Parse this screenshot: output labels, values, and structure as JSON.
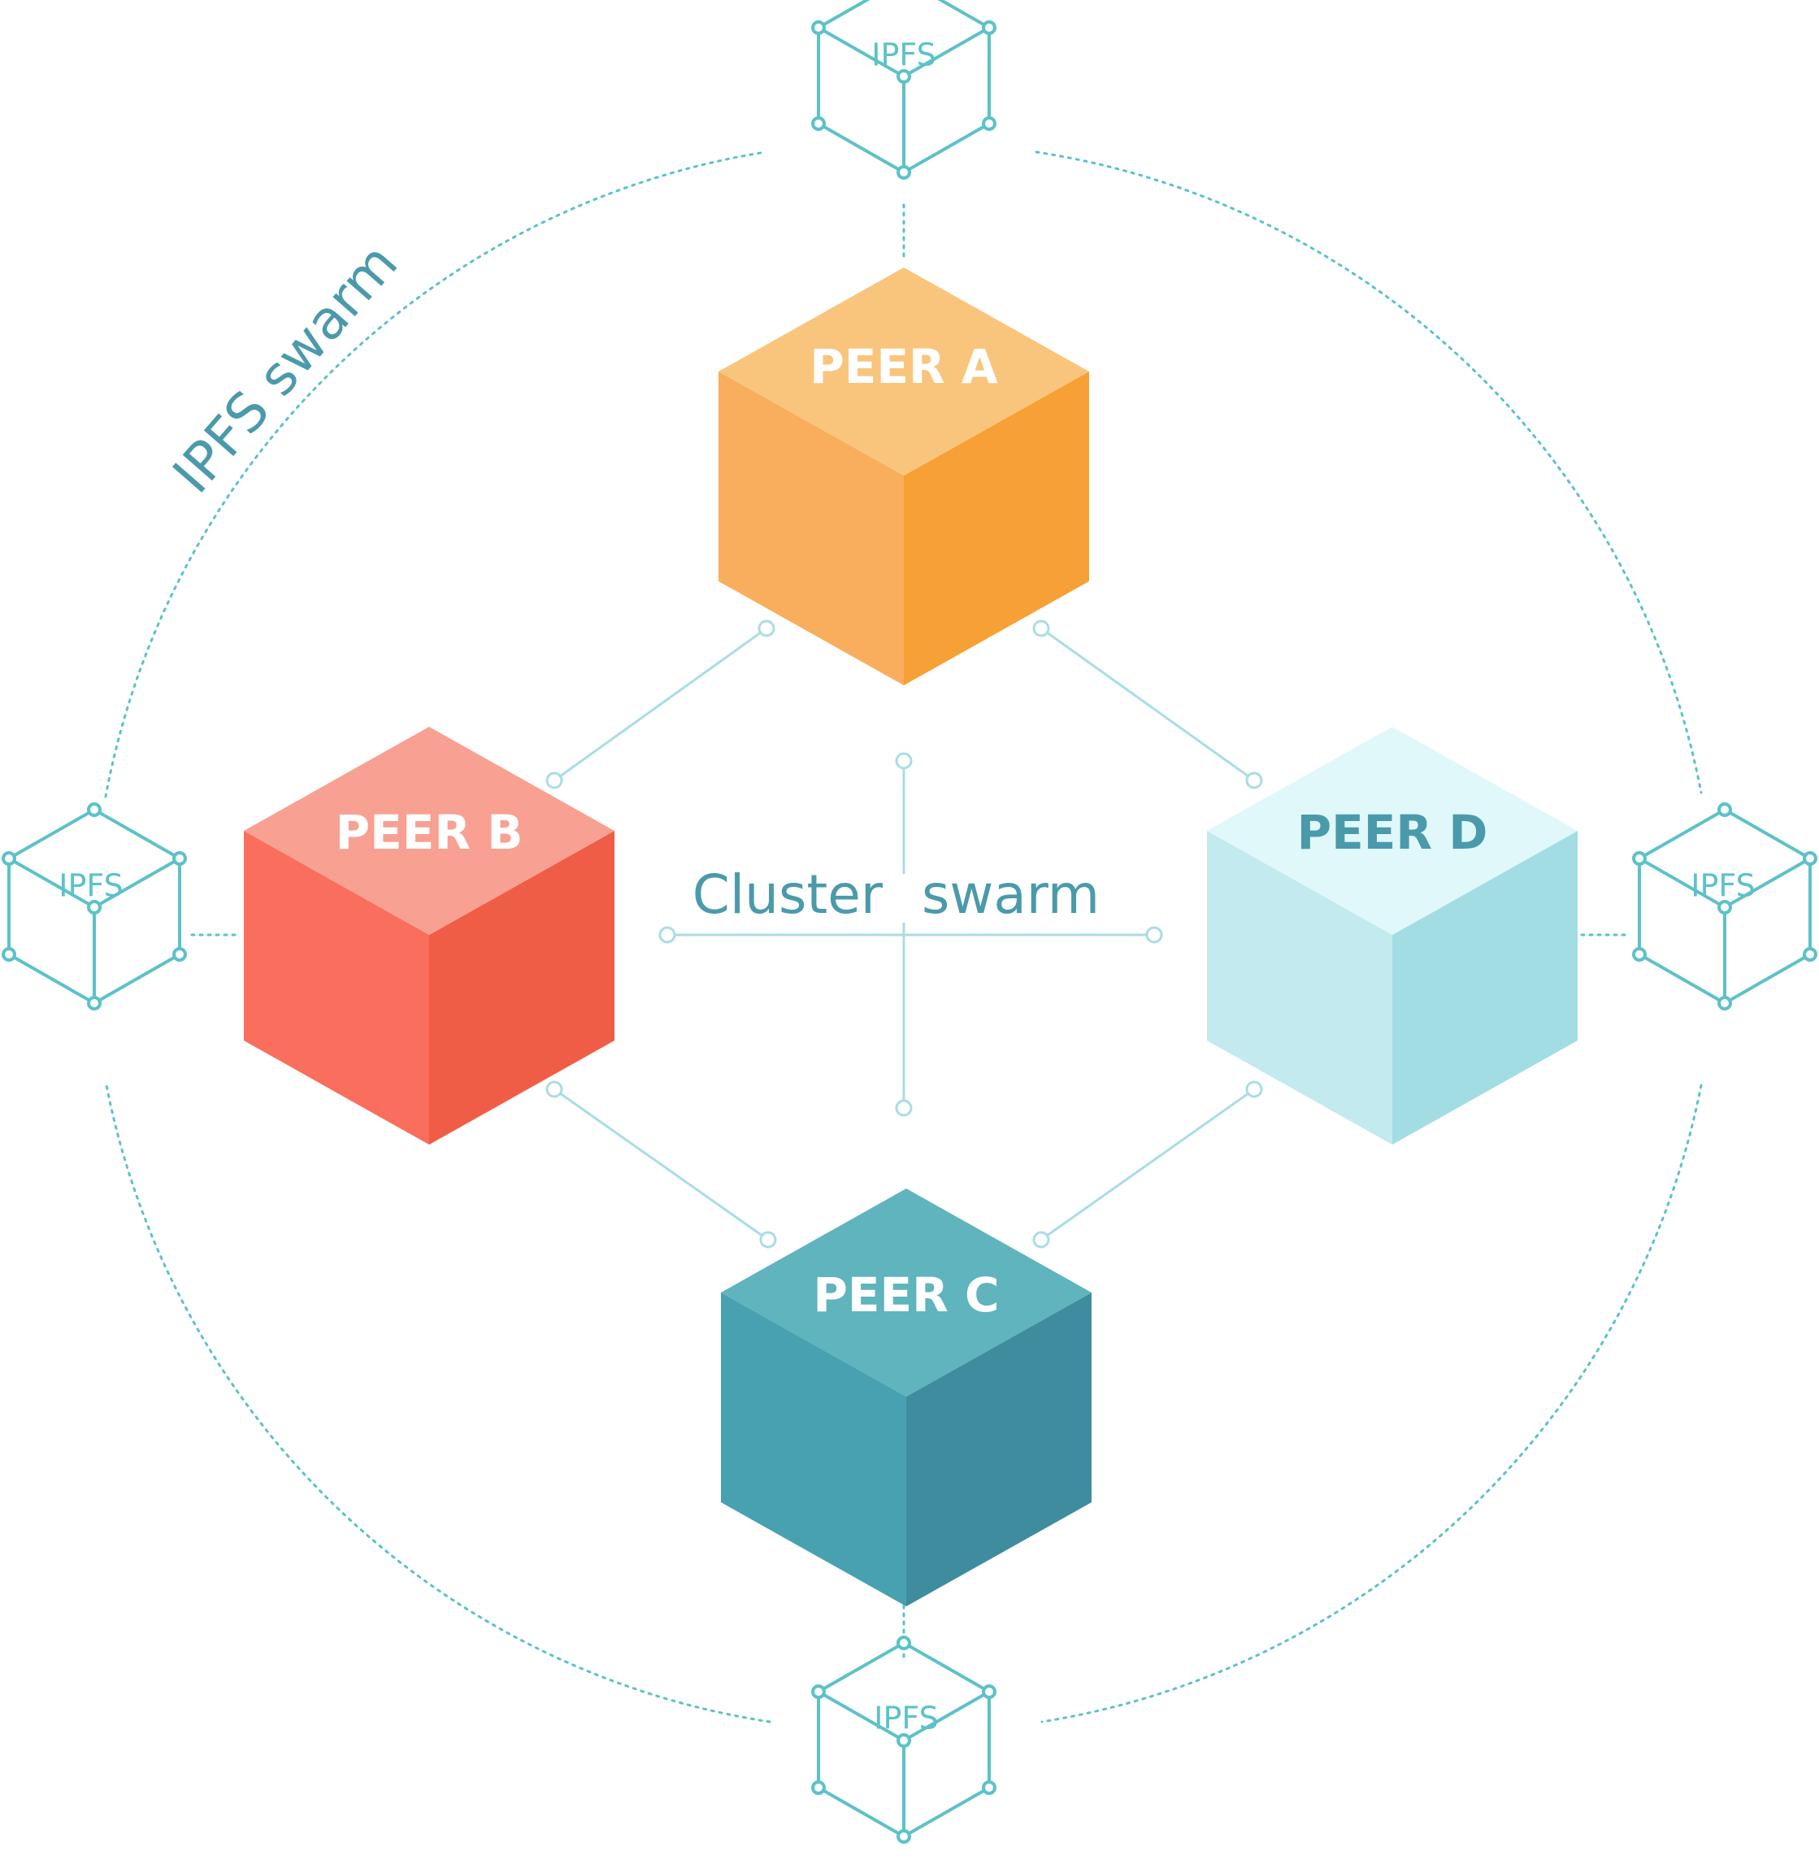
{
  "colors": {
    "teal_line": "#5cc2c8",
    "connector": "#a9dde4",
    "swarm_text": "#4a9aab",
    "peer_a": {
      "top": "#f9c57d",
      "left": "#f8ae5c",
      "right": "#f6a035"
    },
    "peer_b": {
      "top": "#f8a092",
      "left": "#f96e5c",
      "right": "#f05d46"
    },
    "peer_c": {
      "top": "#5fb4bd",
      "left": "#48a1b1",
      "right": "#3e8c9e"
    },
    "peer_d": {
      "top": "#e0f8fa",
      "left": "#c3eaee",
      "right": "#a2dde4"
    },
    "label_white": "#ffffff",
    "label_teal": "#4a9aab",
    "ipfs_text": "#5cc2c8"
  },
  "labels": {
    "ipfs_swarm": "IPFS swarm",
    "cluster_word": "Cluster",
    "swarm_word": "swarm"
  },
  "peers": [
    {
      "id": "a",
      "label": "PEER A"
    },
    {
      "id": "b",
      "label": "PEER B"
    },
    {
      "id": "c",
      "label": "PEER C"
    },
    {
      "id": "d",
      "label": "PEER D"
    }
  ],
  "ipfs_nodes": [
    {
      "id": "top",
      "label": "IPFS"
    },
    {
      "id": "left",
      "label": "IPFS"
    },
    {
      "id": "right",
      "label": "IPFS"
    },
    {
      "id": "bottom",
      "label": "IPFS"
    }
  ]
}
